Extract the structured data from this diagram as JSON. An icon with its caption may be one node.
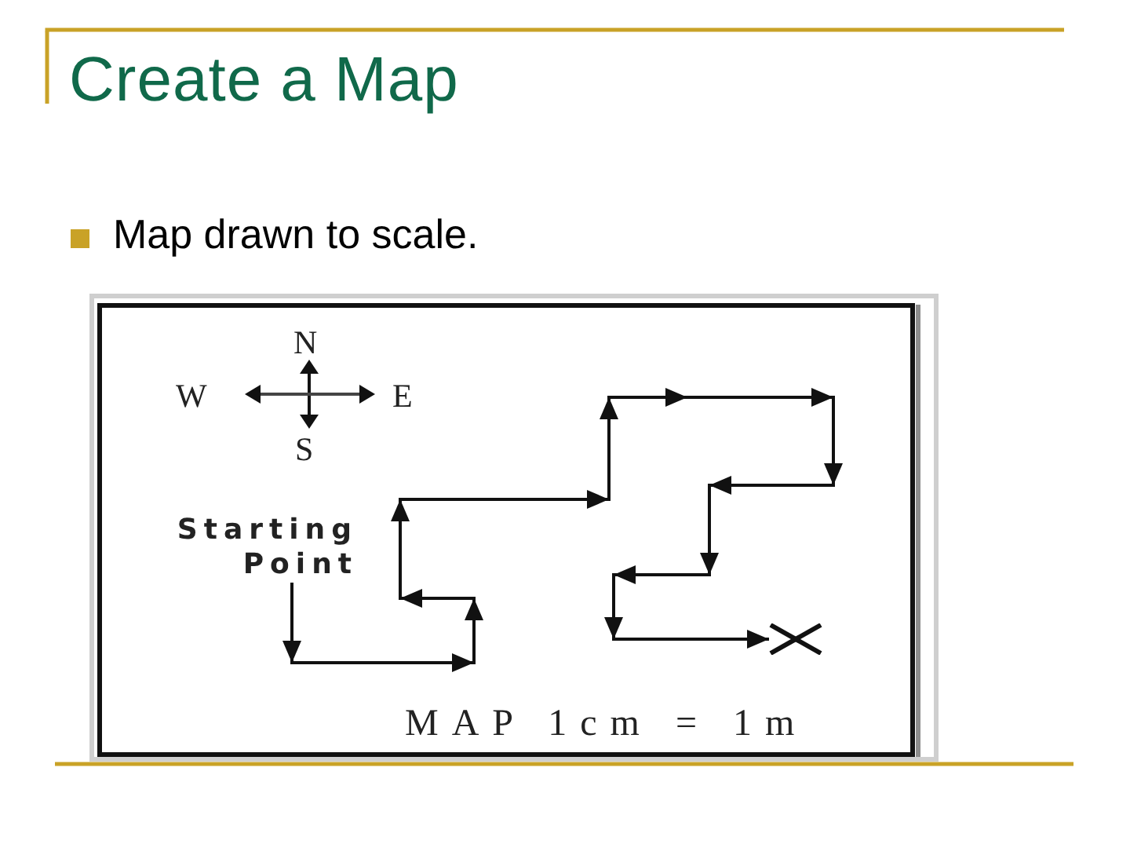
{
  "diagram": {
    "title": "Create a Map",
    "nodes": [
      {
        "text": [
          "Starting Point"
        ]
      },
      {
        "text": [],
        "shape": "cross"
      }
    ],
    "edges": [
      {
        "from": 0,
        "to": 1,
        "arrow": "to"
      }
    ],
    "labels": [
      "Map drawn to scale.",
      "N",
      "W",
      "E",
      "S",
      "MAP 1cm = 1m"
    ]
  }
}
